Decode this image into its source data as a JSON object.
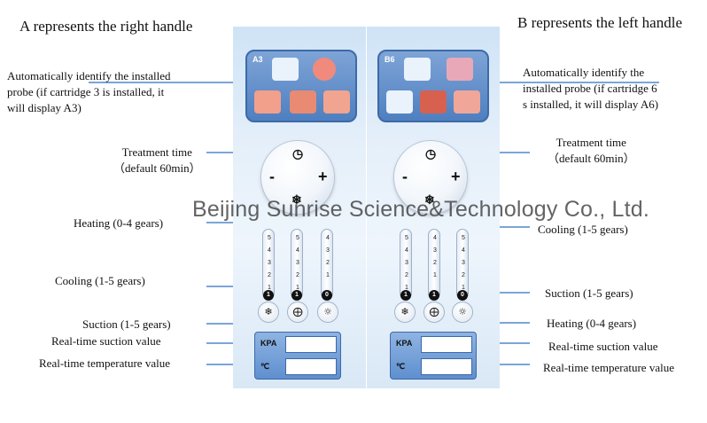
{
  "headings": {
    "left": "A represents the right handle",
    "right": "B represents the left handle"
  },
  "left_labels": {
    "identify": [
      "Automatically identify the installed",
      "probe  (if cartridge 3 is  installed, it",
      "will display A3)"
    ],
    "treatment": [
      "Treatment time",
      "（default  60min）"
    ],
    "heating": "Heating (0-4 gears)",
    "cooling": "Cooling (1-5 gears)",
    "suction": "Suction (1-5 gears)",
    "suction_value": "Real-time suction value",
    "temperature_value": "Real-time temperature value"
  },
  "right_labels": {
    "identify": [
      "Automatically identify the",
      "installed probe  (if cartridge 6",
      "s installed, it will display A6)"
    ],
    "treatment": [
      "Treatment time",
      "（default  60min）"
    ],
    "cooling": "Cooling (1-5 gears)",
    "suction": "Suction (1-5 gears)",
    "heating": "Heating (0-4 gears)",
    "suction_value": "Real-time suction value",
    "temperature_value": "Real-time temperature value"
  },
  "panel_a": {
    "screen_tag": "A3",
    "dial": {
      "minus": "-",
      "plus": "+"
    },
    "ticks": [
      "5",
      "4",
      "3",
      "2",
      "1"
    ],
    "levels": [
      "1",
      "1",
      "0"
    ],
    "readout": {
      "kpa": "KPA",
      "celsius": "℃"
    }
  },
  "panel_b": {
    "screen_tag": "B6",
    "dial": {
      "minus": "-",
      "plus": "+"
    },
    "ticks": [
      "5",
      "4",
      "3",
      "2",
      "1"
    ],
    "levels": [
      "1",
      "1",
      "0"
    ],
    "readout": {
      "kpa": "KPA",
      "celsius": "℃"
    }
  },
  "watermark": "Beijing Sunrise Science&Technology Co., Ltd.",
  "colors": {
    "line": "#2f6fc1",
    "screen": "#5f8fcf"
  }
}
